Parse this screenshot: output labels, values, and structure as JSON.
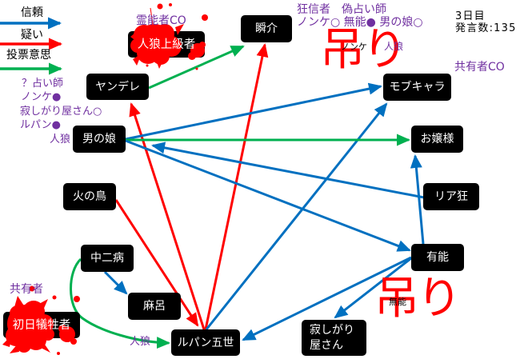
{
  "legend": {
    "items": [
      {
        "label": "信頼",
        "type": "trust",
        "color": "#0070c0"
      },
      {
        "label": "疑い",
        "type": "doubt",
        "color": "#ff0000"
      },
      {
        "label": "投票意思",
        "type": "vote",
        "color": "#00b050"
      }
    ]
  },
  "status": {
    "day": "3日目",
    "message_count": "発言数:135"
  },
  "colors": {
    "trust": "#0070c0",
    "doubt": "#ff0000",
    "vote": "#00b050",
    "annotation": "#7030a0",
    "hang": "#ff0000",
    "node_background": "#000000",
    "node_text": "#ffffff"
  },
  "players": {
    "jinrou_joukyuu": {
      "name": "人狼上級者",
      "overlay": "blood-splatter"
    },
    "shunsuke": {
      "name": "瞬介"
    },
    "yandere": {
      "name": "ヤンデレ"
    },
    "otokonoko": {
      "name": "男の娘"
    },
    "mob": {
      "name": "モブキャラ"
    },
    "ojousama": {
      "name": "お嬢様"
    },
    "riakyou": {
      "name": "リア狂"
    },
    "yuunou": {
      "name": "有能"
    },
    "sabishigari": {
      "name_lines": [
        "寂しがり",
        "屋さん"
      ]
    },
    "hinotori": {
      "name": "火の鳥"
    },
    "chuunibyou": {
      "name": "中二病"
    },
    "maro": {
      "name": "麻呂"
    },
    "lupin": {
      "name": "ルパン五世"
    },
    "shonichi": {
      "name": "初日犠牲者",
      "overlay": "blood-splatter"
    }
  },
  "annotations": {
    "reinousha_co": "霊能者CO",
    "top_right": {
      "line1": "狂信者　偽占い師",
      "line2": "ノンケ○ 無能● 男の娘○"
    },
    "hang_1": {
      "label": "吊り",
      "note_black": "ノンケ",
      "note_purple": "人狼"
    },
    "kyouyuu_co": "共有者CO",
    "left_notes": [
      "？占い師",
      "ノンケ●",
      "寂しがり屋さん○",
      "ルパン●",
      "人狼"
    ],
    "kyouyuusha": "共有者",
    "lupin_note": "人狼",
    "hang_2": {
      "label": "吊り",
      "note_black": "無能"
    }
  },
  "relations": [
    {
      "from": "ヤンデレ",
      "to": "瞬介",
      "type": "投票意思"
    },
    {
      "from": "ルパン五世",
      "to": "ヤンデレ",
      "type": "疑い"
    },
    {
      "from": "ルパン五世",
      "to": "瞬介",
      "type": "疑い"
    },
    {
      "from": "火の鳥",
      "to": "ルパン五世",
      "type": "疑い"
    },
    {
      "from": "ルパン五世",
      "to": "モブキャラ",
      "type": "信頼"
    },
    {
      "from": "男の娘",
      "to": "モブキャラ",
      "type": "信頼"
    },
    {
      "from": "男の娘",
      "to": "お嬢様",
      "type": "投票意思"
    },
    {
      "from": "男の娘",
      "to": "有能",
      "type": "信頼"
    },
    {
      "from": "リア狂",
      "to": "男の娘",
      "type": "信頼"
    },
    {
      "from": "有能",
      "to": "お嬢様",
      "type": "信頼"
    },
    {
      "from": "有能",
      "to": "ルパン五世",
      "type": "信頼"
    },
    {
      "from": "有能",
      "to": "寂しがり屋さん",
      "type": "信頼"
    },
    {
      "from": "中二病",
      "to": "麻呂",
      "type": "信頼"
    },
    {
      "from": "中二病",
      "to": "ルパン五世",
      "type": "投票意思"
    }
  ]
}
